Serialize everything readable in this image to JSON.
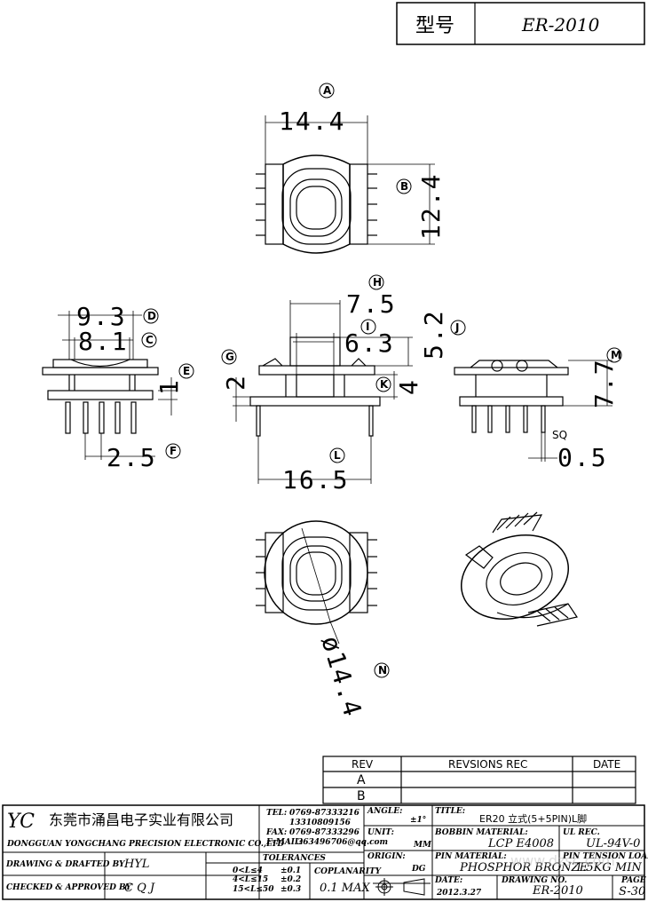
{
  "header": {
    "model_label": "型号",
    "model_value": "ER-2010"
  },
  "dimensions": {
    "A": "14.4",
    "B": "12.4",
    "D": "9.3",
    "C": "8.1",
    "E": "1",
    "F": "2.5",
    "H": "7.5",
    "I": "6.3",
    "J": "5.2",
    "K": "4",
    "G": "2",
    "L": "16.5",
    "M": "7.7",
    "sq_label": "SQ",
    "SQ": "0.5",
    "N": "ø14.4"
  },
  "markers": {
    "A": "A",
    "B": "B",
    "C": "C",
    "D": "D",
    "E": "E",
    "F": "F",
    "G": "G",
    "H": "H",
    "I": "I",
    "J": "J",
    "K": "K",
    "L": "L",
    "M": "M",
    "N": "N"
  },
  "revision_table": {
    "headers": [
      "REV",
      "REVSIONS REC",
      "DATE"
    ],
    "rows": [
      {
        "rev": "A",
        "rec": "",
        "date": ""
      },
      {
        "rev": "B",
        "rec": "",
        "date": ""
      }
    ]
  },
  "title_block": {
    "logo": "YC",
    "company_cn": "东莞市涌昌电子实业有限公司",
    "company_en": "DONGGUAN YONGCHANG PRECISION ELECTRONIC CO.,LTD",
    "tel_label": "TEL:",
    "tel_value": "0769-87333216",
    "tel_value2": "13310809156",
    "fax_label": "FAX:",
    "fax_value": "0769-87333296",
    "email_label": "E-MAIL:",
    "email_value": "363496706@qq.com",
    "angle_label": "ANGLE:",
    "angle_value": "±1°",
    "title_label": "TITLE:",
    "title_value": "ER20 立式(5+5PIN)L脚",
    "unit_label": "UNIT:",
    "unit_value": "MM",
    "bobbin_label": "BOBBIN MATERIAL:",
    "bobbin_value": "LCP E4008",
    "ul_label": "UL REC.",
    "ul_value": "UL-94V-0",
    "origin_label": "ORIGIN:",
    "origin_value": "DG",
    "pin_material_label": "PIN MATERIAL:",
    "pin_material_value": "PHOSPHOR BRONZE",
    "pin_tension_label": "PIN TENSION LOAD:",
    "pin_tension_value": "1.5KG MIN",
    "drawing_label": "DRAWING & DRAFTED BY",
    "drawing_value": "HYL",
    "checked_label": "CHECKED & APPROVED BY",
    "checked_value": "C Q J",
    "tolerances_label": "TOLERANCES",
    "tol_rows": [
      {
        "range": "0<L≤4",
        "tol": "±0.1"
      },
      {
        "range": "4<L≤15",
        "tol": "±0.2"
      },
      {
        "range": "15<L≤50",
        "tol": "±0.3"
      }
    ],
    "coplanarity_label": "COPLANARITY",
    "coplanarity_value": "0.1 MAX",
    "date_label": "DATE:",
    "date_value": "2012.3.27",
    "drawing_no_label": "DRAWING NO.",
    "drawing_no_value": "ER-2010",
    "page_label": "PAGE",
    "page_value": "S-30"
  },
  "watermark": "www.dzsc.com"
}
